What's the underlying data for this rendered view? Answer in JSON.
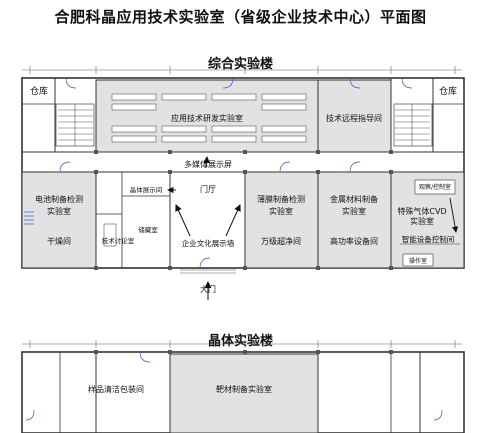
{
  "title": "合肥科晶应用技术实验室（省级企业技术中心）平面图",
  "buildings": {
    "b1": "综合实验楼",
    "b2": "晶体实验楼"
  },
  "rooms": {
    "warehouse_left": "仓库",
    "warehouse_right": "仓库",
    "rnd_room": "应用技术研发实验室",
    "remote_guidance": "技术远程指导间",
    "multimedia": "多媒体展示屏",
    "battery_lab_1": "电池制备检测",
    "battery_lab_2": "实验室",
    "drying_room": "干燥间",
    "crystal_display": "晶体展示间",
    "storage": "储藏室",
    "discussion": "技术讨论室",
    "lobby": "门厅",
    "culture_wall": "企业文化展示墙",
    "thin_film_1": "薄膜制备检测",
    "thin_film_2": "实验室",
    "clean_room": "万级超净间",
    "metal_lab_1": "金属材料制备",
    "metal_lab_2": "实验室",
    "high_power": "高功率设备间",
    "observe_control": "观察/控制室",
    "gas_cvd_1": "特殊气体CVD",
    "gas_cvd_2": "实验室",
    "smart_control": "智能设备控制间",
    "operation": "操作室",
    "main_gate": "大门",
    "sample_clean": "样品清洁包装间",
    "target_lab": "靶材制备实验室"
  },
  "colors": {
    "room_fill": "#e2e2e2",
    "wall": "#333333",
    "arrow": "#111111",
    "blue_fixture": "#3a55c8"
  }
}
